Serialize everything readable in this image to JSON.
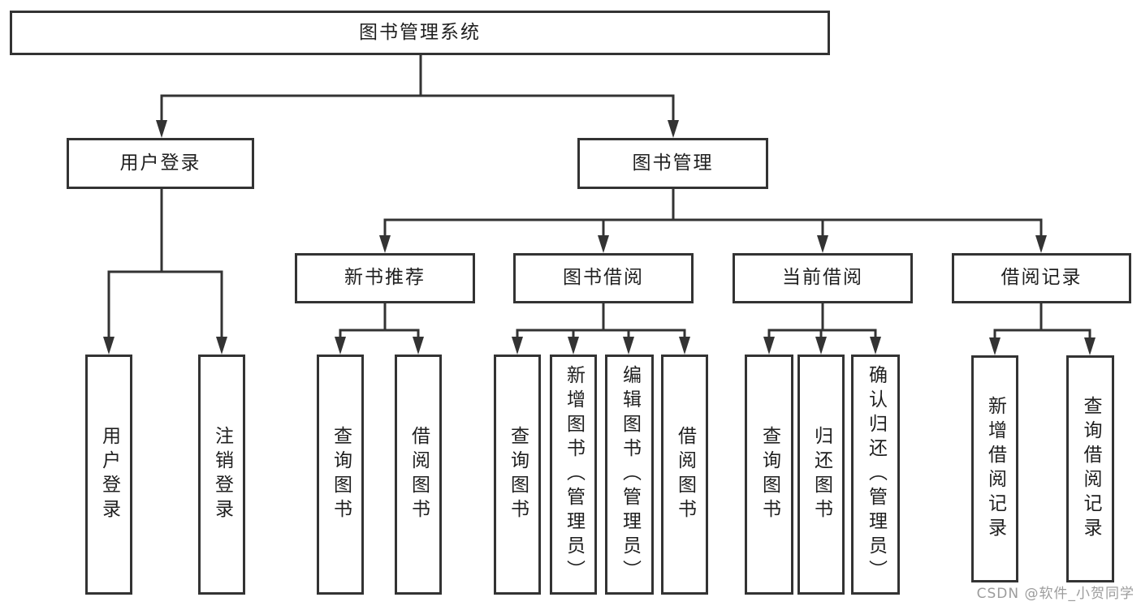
{
  "diagram": {
    "type": "hierarchy-tree",
    "root": {
      "label": "图书管理系统",
      "children": [
        {
          "label": "用户登录",
          "children": [
            {
              "label": "用户登录"
            },
            {
              "label": "注销登录"
            }
          ]
        },
        {
          "label": "图书管理",
          "children": [
            {
              "label": "新书推荐",
              "children": [
                {
                  "label": "查询图书"
                },
                {
                  "label": "借阅图书"
                }
              ]
            },
            {
              "label": "图书借阅",
              "children": [
                {
                  "label": "查询图书"
                },
                {
                  "label": "新增图书（管理员）"
                },
                {
                  "label": "编辑图书（管理员）"
                },
                {
                  "label": "借阅图书"
                }
              ]
            },
            {
              "label": "当前借阅",
              "children": [
                {
                  "label": "查询图书"
                },
                {
                  "label": "归还图书"
                },
                {
                  "label": "确认归还（管理员）"
                }
              ]
            },
            {
              "label": "借阅记录",
              "children": [
                {
                  "label": "新增借阅记录"
                },
                {
                  "label": "查询借阅记录"
                }
              ]
            }
          ]
        }
      ]
    },
    "watermark": "CSDN @软件_小贺同学",
    "colors": {
      "line": "#333333",
      "text": "#1f1f1f",
      "box_background": "#ffffff",
      "page_background": "#ffffff",
      "watermark": "#9c9c9c"
    }
  }
}
